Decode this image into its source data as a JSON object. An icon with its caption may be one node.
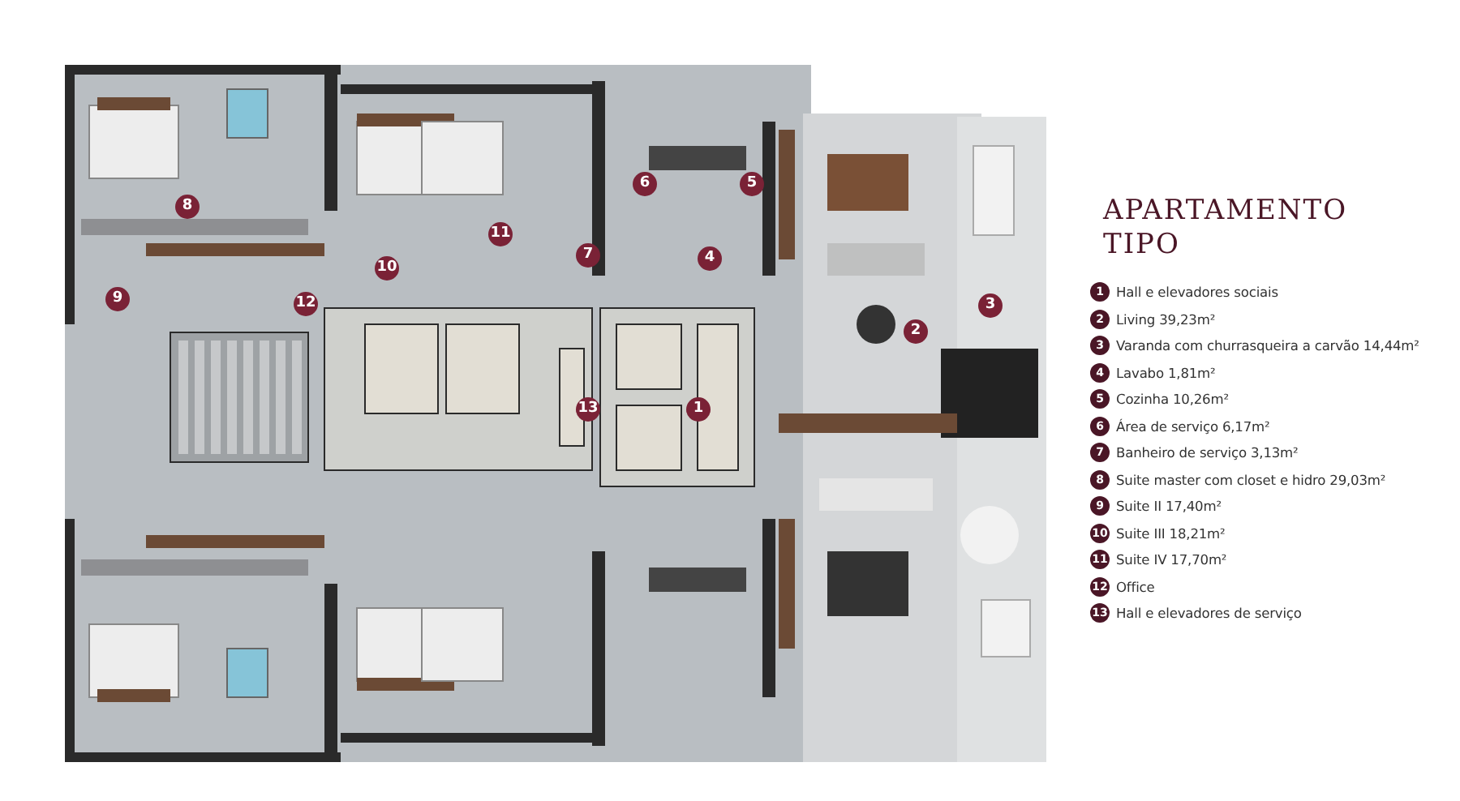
{
  "diagram": {
    "title": "APARTAMENTO TIPO",
    "labels": [
      "6",
      "5",
      "8",
      "11",
      "10",
      "7",
      "4",
      "9",
      "12",
      "3",
      "2",
      "13",
      "1",
      "1",
      "2",
      "3",
      "4",
      "5",
      "6",
      "7",
      "8",
      "9",
      "10",
      "11",
      "12",
      "13"
    ],
    "legend": [
      {
        "text": "Hall e elevadores sociais"
      },
      {
        "text": "Living 39,23m²"
      },
      {
        "text": "Varanda com churrasqueira a carvão 14,44m²"
      },
      {
        "text": "Lavabo 1,81m²"
      },
      {
        "text": "Cozinha 10,26m²"
      },
      {
        "text": "Área de serviço 6,17m²"
      },
      {
        "text": "Banheiro de serviço 3,13m²"
      },
      {
        "text": "Suite master com closet e hidro 29,03m²"
      },
      {
        "text": "Suite II  17,40m²"
      },
      {
        "text": "Suite III 18,21m²"
      },
      {
        "text": "Suite IV  17,70m²"
      },
      {
        "text": "Office"
      },
      {
        "text": "Hall e elevadores de serviço"
      }
    ]
  }
}
